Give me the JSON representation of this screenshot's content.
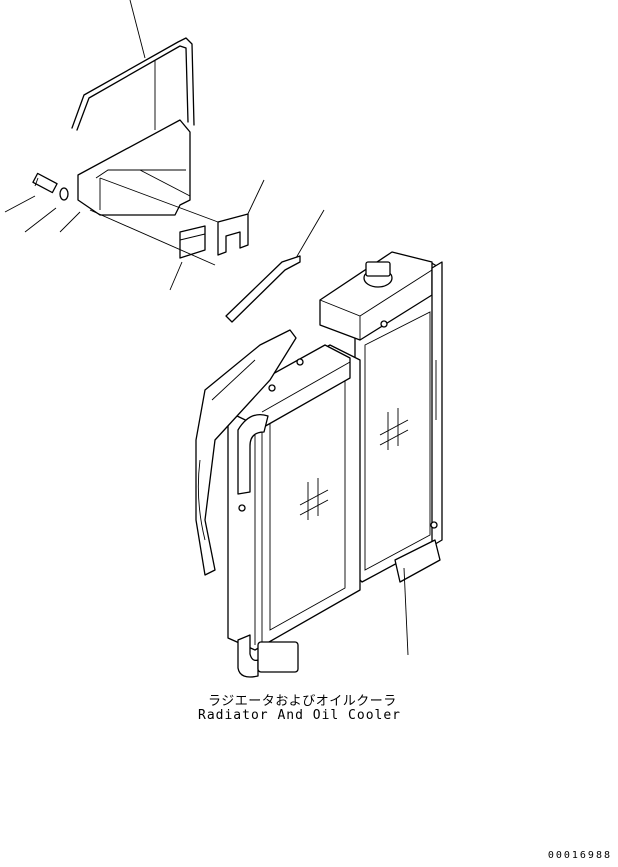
{
  "caption": {
    "japanese": "ラジエータおよびオイルクーラ",
    "english": "Radiator And Oil Cooler"
  },
  "document_number": "00016988"
}
